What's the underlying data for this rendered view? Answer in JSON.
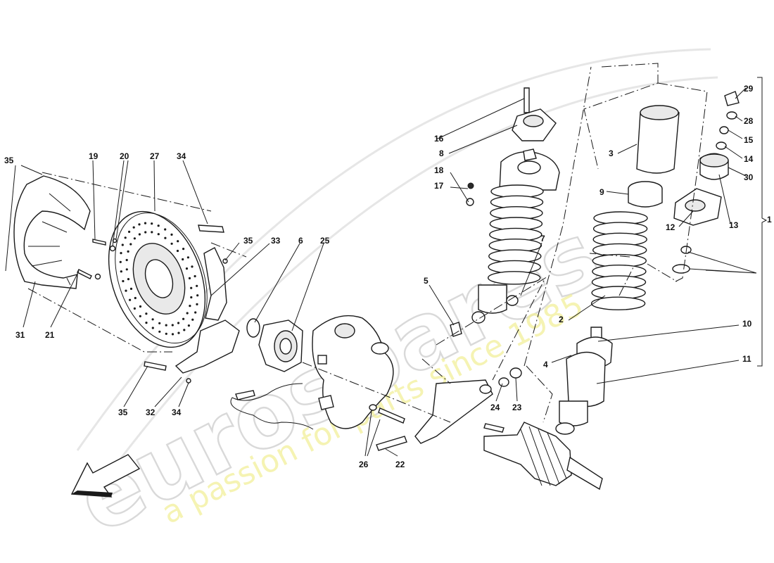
{
  "watermark": {
    "brand": "eurospares",
    "tagline": "a passion for parts since 1985"
  },
  "callouts": [
    {
      "id": "c1",
      "text": "1"
    },
    {
      "id": "c2",
      "text": "2"
    },
    {
      "id": "c3",
      "text": "3"
    },
    {
      "id": "c4",
      "text": "4"
    },
    {
      "id": "c5",
      "text": "5"
    },
    {
      "id": "c6",
      "text": "6"
    },
    {
      "id": "c7",
      "text": "7"
    },
    {
      "id": "c8",
      "text": "8"
    },
    {
      "id": "c9",
      "text": "9"
    },
    {
      "id": "c10",
      "text": "10"
    },
    {
      "id": "c11",
      "text": "11"
    },
    {
      "id": "c12",
      "text": "12"
    },
    {
      "id": "c13",
      "text": "13"
    },
    {
      "id": "c14",
      "text": "14"
    },
    {
      "id": "c15",
      "text": "15"
    },
    {
      "id": "c16",
      "text": "16"
    },
    {
      "id": "c17",
      "text": "17"
    },
    {
      "id": "c18",
      "text": "18"
    },
    {
      "id": "c19",
      "text": "19"
    },
    {
      "id": "c20",
      "text": "20"
    },
    {
      "id": "c21",
      "text": "21"
    },
    {
      "id": "c22",
      "text": "22"
    },
    {
      "id": "c23",
      "text": "23"
    },
    {
      "id": "c24",
      "text": "24"
    },
    {
      "id": "c25",
      "text": "25"
    },
    {
      "id": "c26",
      "text": "26"
    },
    {
      "id": "c27",
      "text": "27"
    },
    {
      "id": "c28",
      "text": "28"
    },
    {
      "id": "c29",
      "text": "29"
    },
    {
      "id": "c30",
      "text": "30"
    },
    {
      "id": "c31",
      "text": "31"
    },
    {
      "id": "c32",
      "text": "32"
    },
    {
      "id": "c33",
      "text": "33"
    },
    {
      "id": "c34a",
      "text": "34"
    },
    {
      "id": "c34b",
      "text": "34"
    },
    {
      "id": "c35a",
      "text": "35"
    },
    {
      "id": "c35b",
      "text": "35"
    },
    {
      "id": "c35c",
      "text": "35"
    }
  ],
  "icons": {
    "direction_arrow": "front-direction-arrow-icon"
  }
}
